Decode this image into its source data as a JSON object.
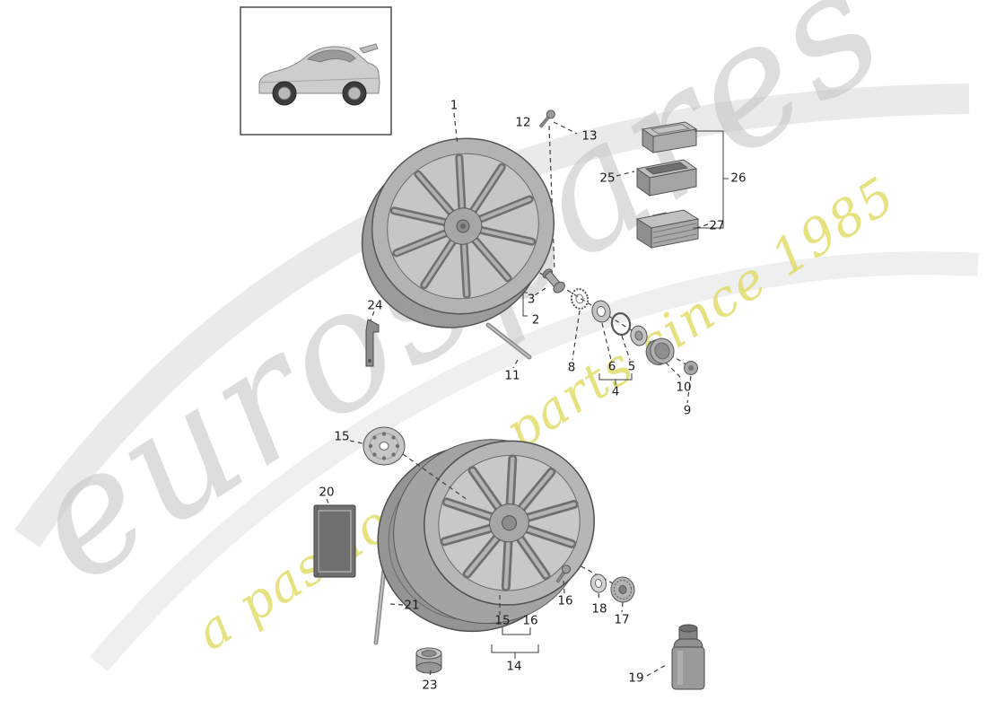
{
  "watermark": {
    "brand": "eurospares",
    "tagline": "a passion for parts since 1985"
  },
  "colors": {
    "watermark_gray": "#c3c3c3",
    "watermark_yellow": "#e2dd6d",
    "line_color": "#3f3f3f"
  },
  "part_labels": {
    "n1": "1",
    "n2": "2",
    "n3": "3",
    "n4": "4",
    "n5": "5",
    "n6": "6",
    "n8": "8",
    "n9": "9",
    "n10": "10",
    "n11": "11",
    "n12": "12",
    "n13": "13",
    "n14": "14",
    "n15_top": "15",
    "n15_bottom": "15",
    "n16_chain": "16",
    "n16_bottom": "16",
    "n17": "17",
    "n18": "18",
    "n19": "19",
    "n20": "20",
    "n21": "21",
    "n23": "23",
    "n24": "24",
    "n25": "25",
    "n26": "26",
    "n27": "27"
  }
}
